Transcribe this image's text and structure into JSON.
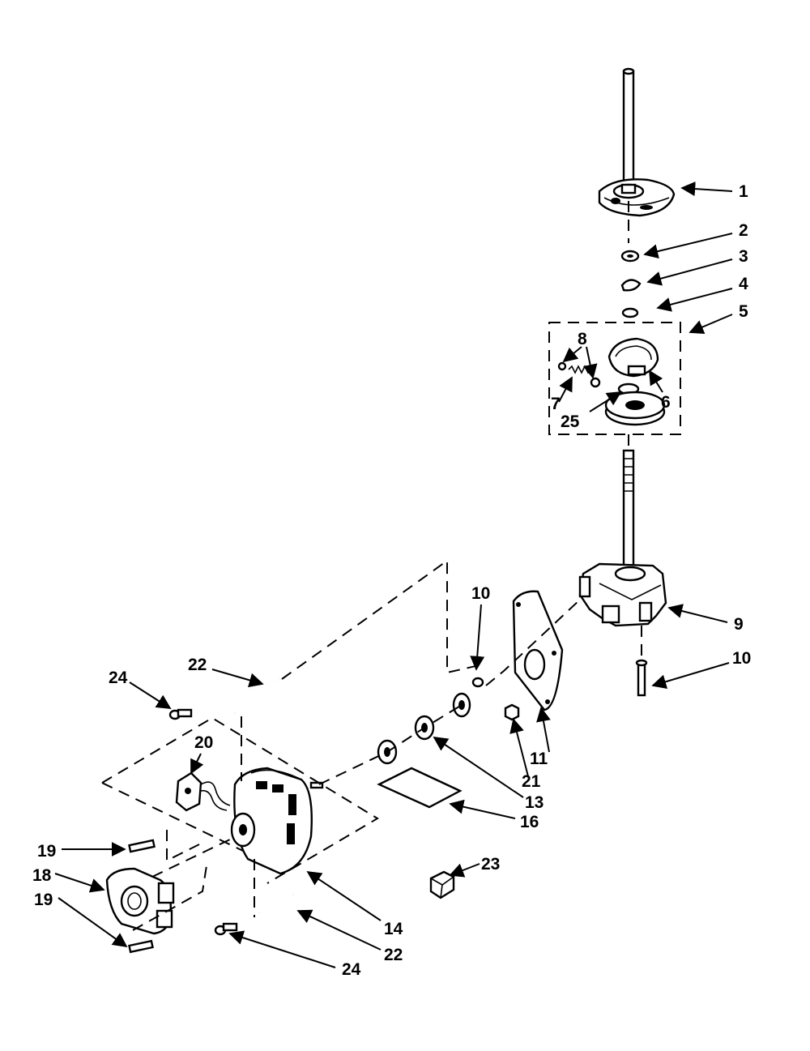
{
  "diagram": {
    "colors": {
      "ink": "#000000",
      "paper": "#ffffff"
    },
    "callouts": {
      "c1": "1",
      "c2": "2",
      "c3": "3",
      "c4": "4",
      "c5": "5",
      "c8": "8",
      "c7": "7",
      "c6": "6",
      "c25": "25",
      "c10a": "10",
      "c9": "9",
      "c10b": "10",
      "c22a": "22",
      "c24a": "24",
      "c20": "20",
      "c11": "11",
      "c21": "21",
      "c13": "13",
      "c16": "16",
      "c19a": "19",
      "c18": "18",
      "c19b": "19",
      "c23": "23",
      "c14": "14",
      "c22b": "22",
      "c24b": "24"
    }
  }
}
